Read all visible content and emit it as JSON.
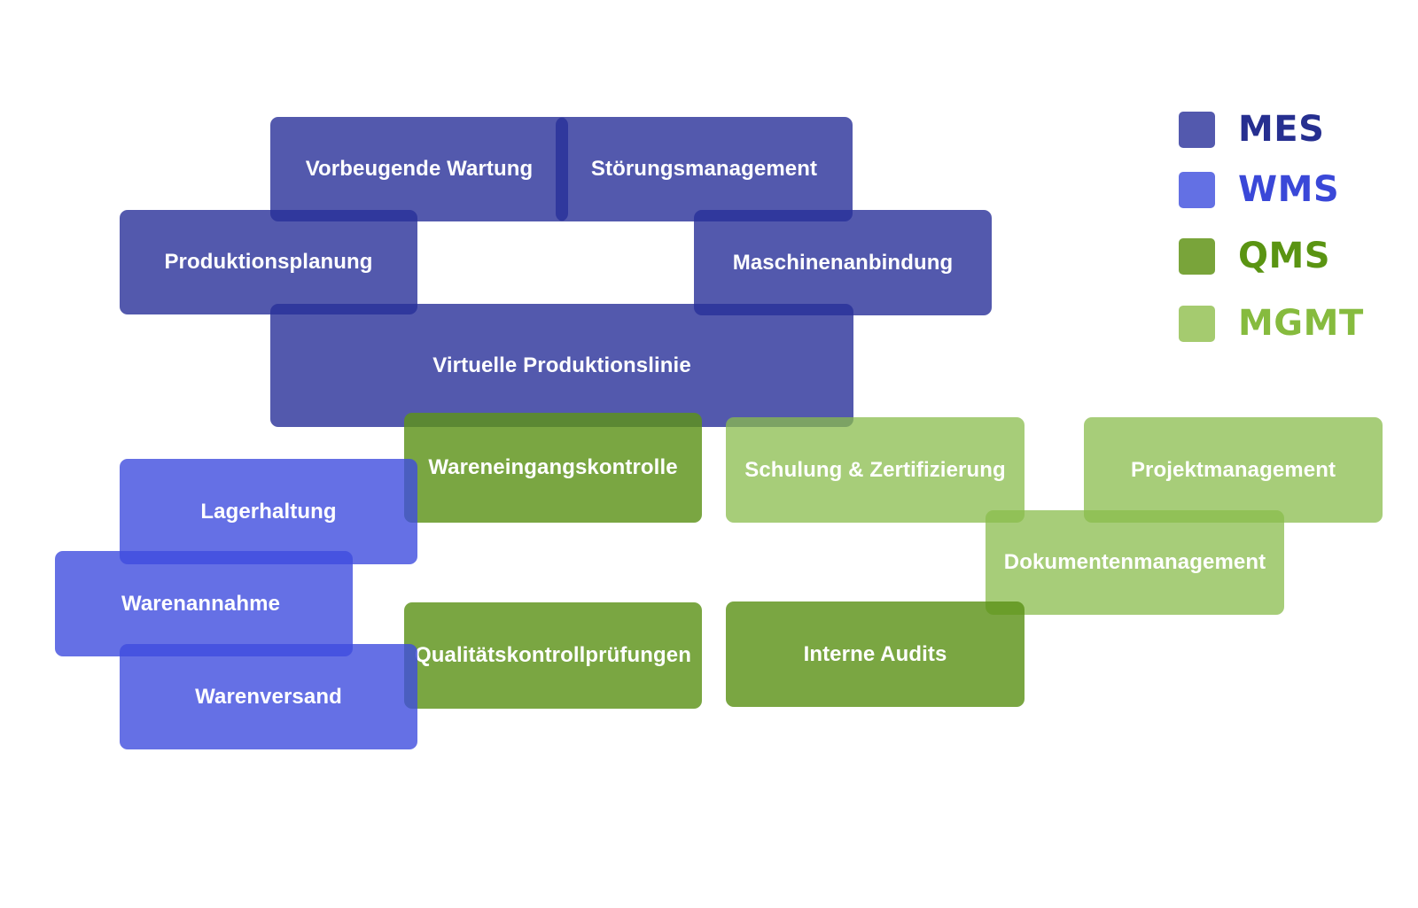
{
  "legend": [
    {
      "key": "mes",
      "label": "MES",
      "swatch": "#5359ae",
      "text_color": "#262f90"
    },
    {
      "key": "wms",
      "label": "WMS",
      "swatch": "#6370e4",
      "text_color": "#3a48d8"
    },
    {
      "key": "qms",
      "label": "QMS",
      "swatch": "#79a43a",
      "text_color": "#5a9412"
    },
    {
      "key": "mgmt",
      "label": "MGMT",
      "swatch": "#a5cb6f",
      "text_color": "#86bb3e"
    }
  ],
  "modules": {
    "vorbeugende_wartung": "Vorbeugende Wartung",
    "stoerungsmanagement": "Störungsmanagement",
    "produktionsplanung": "Produktionsplanung",
    "maschinenanbindung": "Maschinenanbindung",
    "virtuelle_produktionslinie": "Virtuelle Produktionslinie",
    "wareneingangskontrolle": "Wareneingangskontrolle",
    "schulung_zertifizierung": "Schulung & Zertifizierung",
    "projektmanagement": "Projektmanagement",
    "lagerhaltung": "Lagerhaltung",
    "dokumentenmanagement": "Dokumentenmanagement",
    "warenannahme": "Warenannahme",
    "qualitaetskontrollpruefungen": "Qualitätskontrollprüfungen",
    "interne_audits": "Interne Audits",
    "warenversand": "Warenversand"
  }
}
